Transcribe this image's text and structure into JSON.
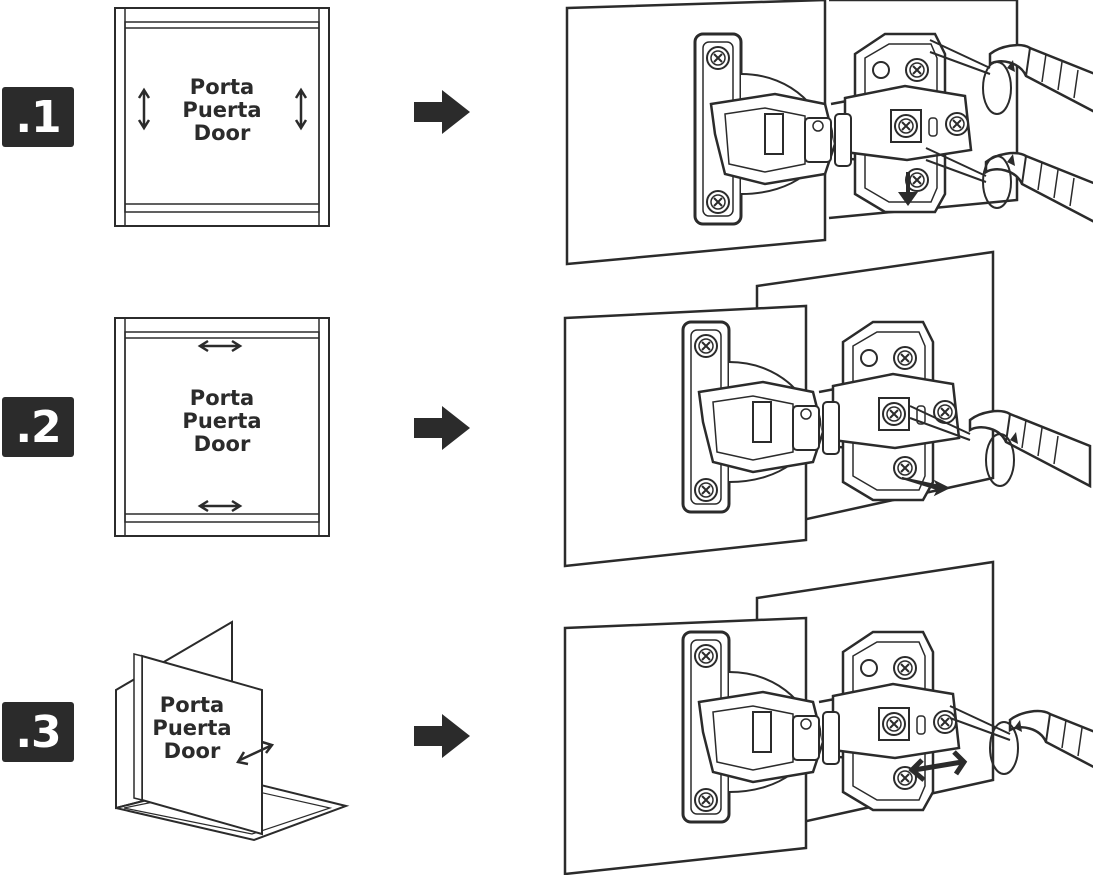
{
  "steps": [
    {
      "number": ".1",
      "door_labels": [
        "Porta",
        "Puerta",
        "Door"
      ]
    },
    {
      "number": ".2",
      "door_labels": [
        "Porta",
        "Puerta",
        "Door"
      ]
    },
    {
      "number": ".3",
      "door_labels": [
        "Porta",
        "Puerta",
        "Door"
      ]
    }
  ],
  "colors": {
    "ink": "#2b2b2b",
    "fill": "#ffffff",
    "badge": "#2b2b2b"
  },
  "icons": [
    "arrow-right-icon",
    "hinge-illustration",
    "screwdriver-icon",
    "adjust-arrow-icon"
  ]
}
